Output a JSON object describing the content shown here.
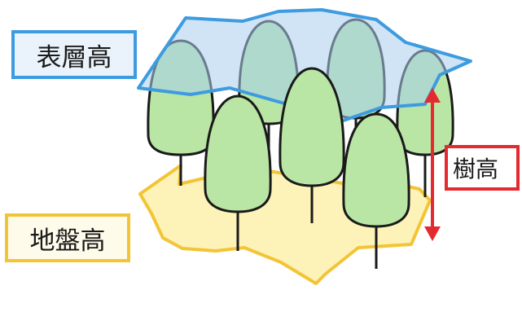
{
  "labels": {
    "surface_height": "表層高",
    "ground_height": "地盤高",
    "tree_height": "樹高"
  },
  "colors": {
    "surface_outline": "#3d9be0",
    "surface_fill": "#a9cdef",
    "ground_outline": "#f3c436",
    "ground_fill": "#fdf3b8",
    "tree_fill": "#b9e6a5",
    "tree_outline": "#1a1a1a",
    "height_arrow": "#e42a2f"
  },
  "icons": [
    "tree-icon",
    "double-arrow-icon"
  ]
}
